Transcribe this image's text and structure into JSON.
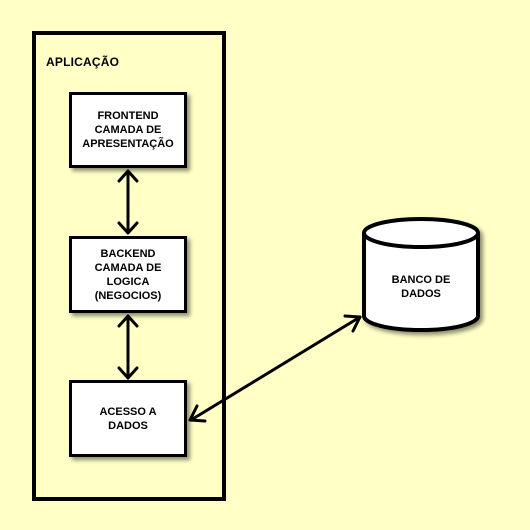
{
  "diagram": {
    "container": {
      "title": "APLICAÇÃO"
    },
    "nodes": {
      "frontend": {
        "lines": [
          "FRONTEND",
          "CAMADA DE",
          "APRESENTAÇÃO"
        ]
      },
      "backend": {
        "lines": [
          "BACKEND",
          "CAMADA DE",
          "LOGICA",
          "(NEGOCIOS)"
        ]
      },
      "acesso": {
        "lines": [
          "ACESSO A",
          "DADOS"
        ]
      },
      "banco": {
        "lines": [
          "BANCO DE",
          "DADOS"
        ]
      }
    },
    "connections": [
      {
        "from": "frontend",
        "to": "backend",
        "type": "bidirectional"
      },
      {
        "from": "backend",
        "to": "acesso",
        "type": "bidirectional"
      },
      {
        "from": "acesso",
        "to": "banco",
        "type": "bidirectional"
      }
    ],
    "colors": {
      "background": "#ffffc6",
      "box_fill": "#ffffff",
      "stroke": "#000000"
    }
  }
}
